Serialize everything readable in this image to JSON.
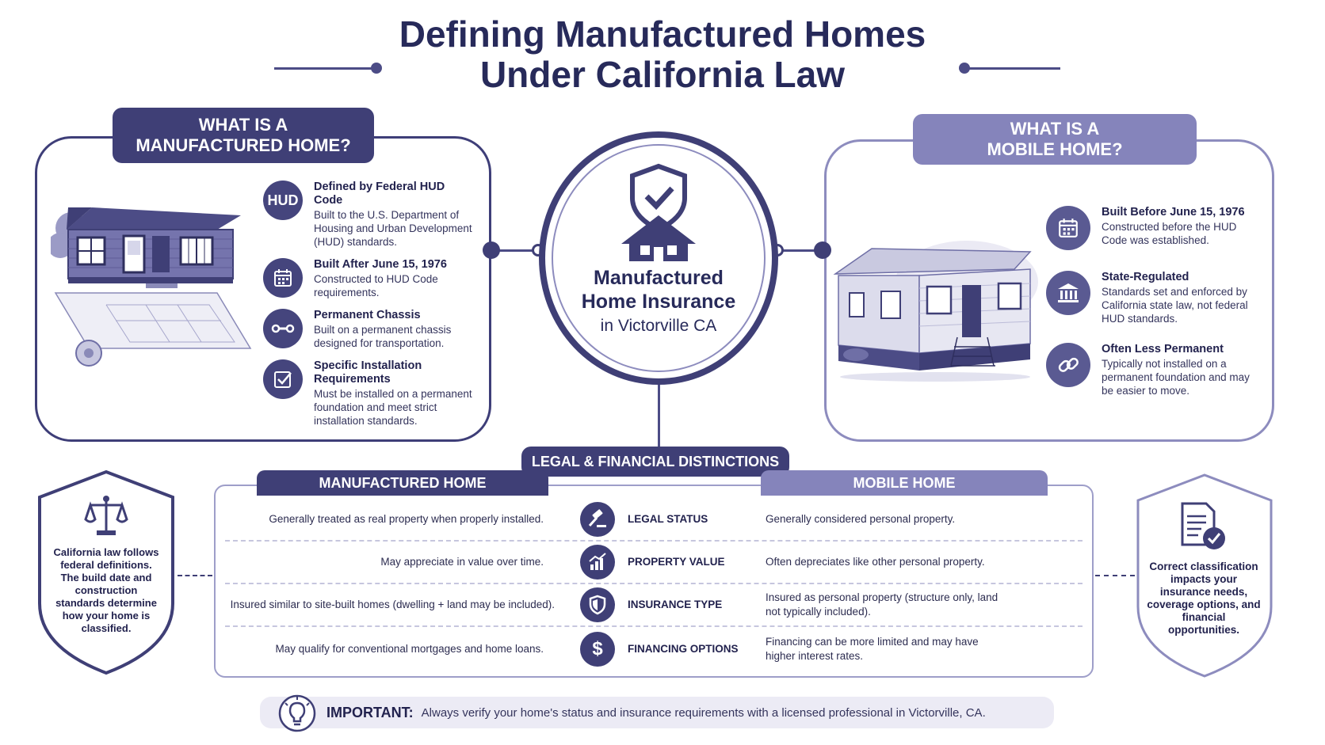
{
  "title": {
    "line1": "Defining Manufactured Homes",
    "line2": "Under California Law"
  },
  "left_panel": {
    "heading_line1": "WHAT IS A",
    "heading_line2": "MANUFACTURED HOME?",
    "features": [
      {
        "icon": "HUD",
        "title": "Defined by Federal HUD Code",
        "text": "Built to the U.S. Department of Housing and Urban Development (HUD) standards."
      },
      {
        "icon": "calendar-icon",
        "title": "Built After June 15, 1976",
        "text": "Constructed to HUD Code requirements."
      },
      {
        "icon": "chassis-icon",
        "title": "Permanent Chassis",
        "text": "Built on a permanent chassis designed for transportation."
      },
      {
        "icon": "checkbox-icon",
        "title": "Specific Installation Requirements",
        "text": "Must be installed on a permanent foundation and meet strict installation standards."
      }
    ]
  },
  "right_panel": {
    "heading_line1": "WHAT IS A",
    "heading_line2": "MOBILE HOME?",
    "features": [
      {
        "icon": "calendar-icon",
        "title": "Built Before June 15, 1976",
        "text": "Constructed before the HUD Code was established."
      },
      {
        "icon": "bank-icon",
        "title": "State-Regulated",
        "text": "Standards set and enforced by California state law, not federal HUD standards."
      },
      {
        "icon": "chain-link-icon",
        "title": "Often Less Permanent",
        "text": "Typically not installed on a permanent foundation and may be easier to move."
      }
    ]
  },
  "center": {
    "line1": "Manufactured",
    "line2": "Home Insurance",
    "line3": "in Victorville CA"
  },
  "distinctions": {
    "heading": "LEGAL & FINANCIAL DISTINCTIONS",
    "col_left": "MANUFACTURED HOME",
    "col_right": "MOBILE HOME",
    "rows": [
      {
        "label": "LEGAL STATUS",
        "icon": "gavel-icon",
        "left": "Generally treated as real property when properly installed.",
        "right": "Generally considered personal property."
      },
      {
        "label": "PROPERTY VALUE",
        "icon": "growth-chart-icon",
        "left": "May appreciate in value over time.",
        "right": "Often depreciates like other personal property."
      },
      {
        "label": "INSURANCE TYPE",
        "icon": "shield-icon",
        "left": "Insured similar to site-built homes (dwelling + land may be included).",
        "right": "Insured as personal property (structure only, land not typically included)."
      },
      {
        "label": "FINANCING OPTIONS",
        "icon": "dollar-icon",
        "left": "May qualify for conventional mortgages and home loans.",
        "right": "Financing can be more limited and may have higher interest rates."
      }
    ]
  },
  "left_shield": "California law follows federal definitions. The build date and construction standards determine how your home is classified.",
  "right_shield": "Correct classification impacts your insurance needs, coverage options, and financial opportunities.",
  "important": {
    "label": "IMPORTANT:",
    "text": "Always verify your home's status and insurance requirements with a licensed professional in Victorville, CA."
  },
  "colors": {
    "navy": "#3f3f76",
    "lavender": "#8584bb",
    "ink": "#272a5a"
  }
}
